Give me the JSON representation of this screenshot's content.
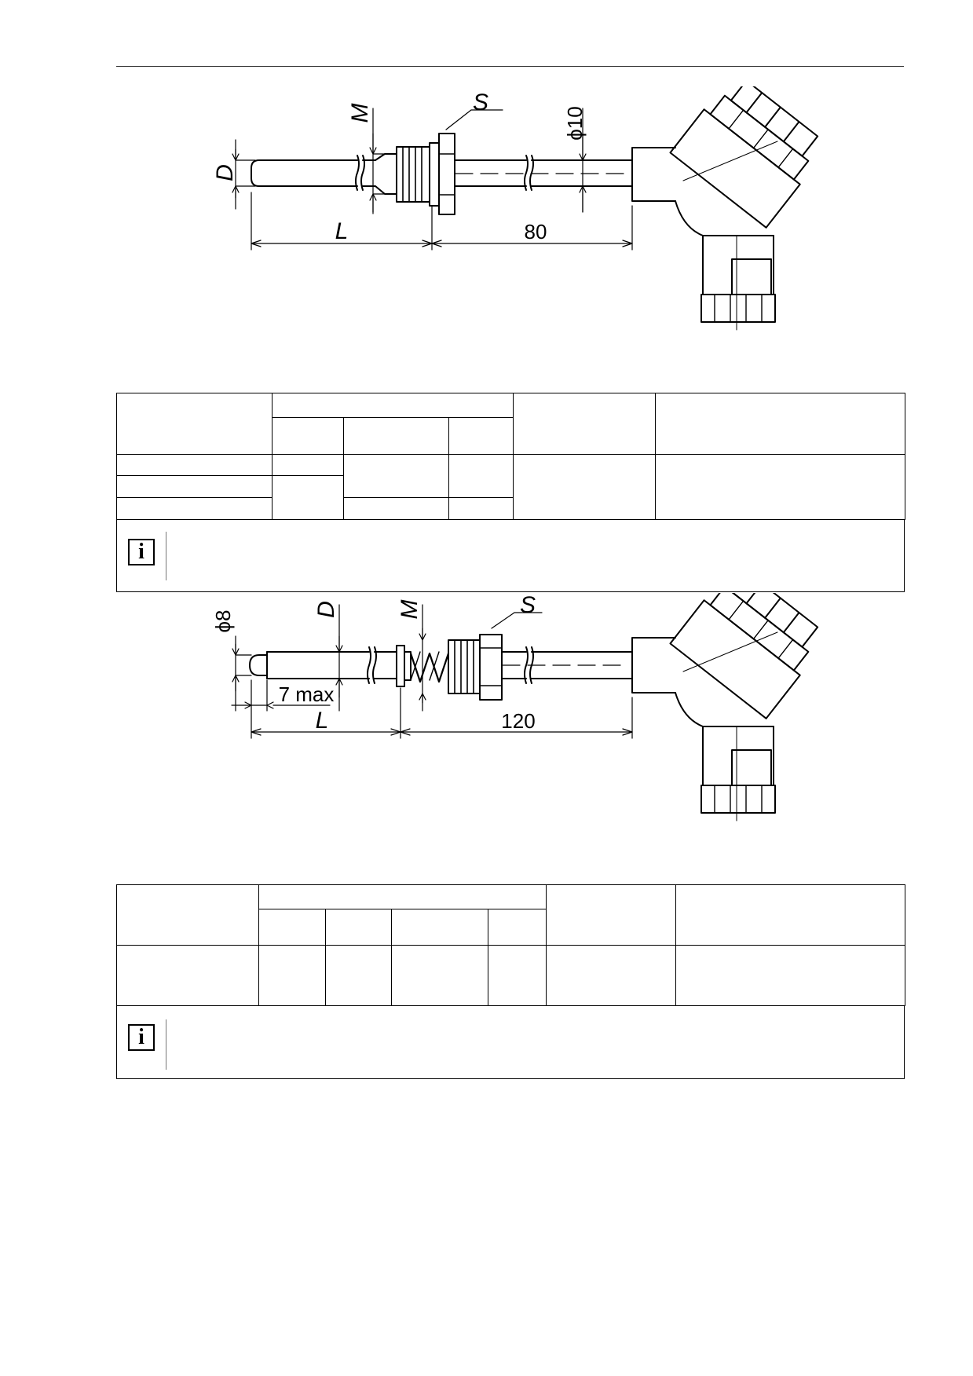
{
  "drawing1": {
    "labels": {
      "d": "D",
      "m": "M",
      "s": "S",
      "phi": "ϕ10",
      "l": "L",
      "len": "80"
    }
  },
  "drawing2": {
    "labels": {
      "phi": "ϕ8",
      "d": "D",
      "m": "M",
      "s": "S",
      "tip": "7 max",
      "l": "L",
      "len": "120"
    }
  },
  "notes": {
    "icon": "info-icon"
  }
}
